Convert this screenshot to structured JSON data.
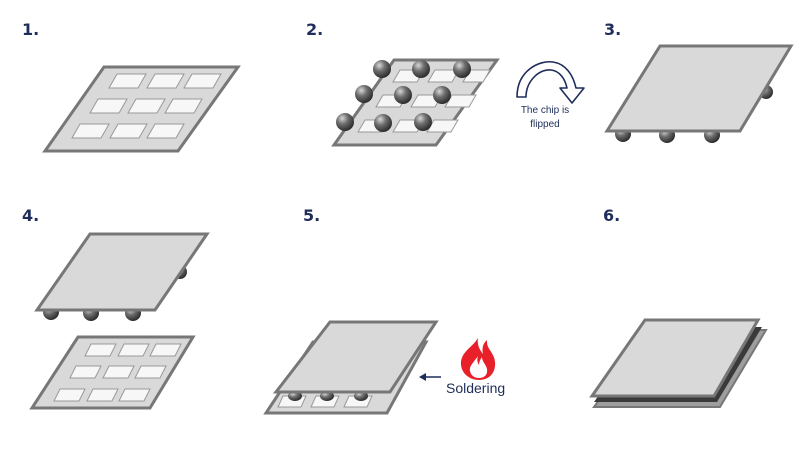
{
  "steps": [
    "1.",
    "2.",
    "3.",
    "4.",
    "5.",
    "6."
  ],
  "flip_caption": [
    "The chip is",
    "flipped"
  ],
  "soldering_label": "Soldering",
  "colors": {
    "number": "#1f2d5a",
    "plate": "#d9d9d9",
    "plate_edge": "#777777",
    "pad": "#f7f7f7",
    "bump": "#555555",
    "arrow": "#1f2d5a",
    "flame_outer": "#e8202a",
    "flame_inner": "#ffffff",
    "bond": "#3a3a3a"
  },
  "icons": {
    "flip": "curved-arrow-icon",
    "heat": "flame-icon",
    "direction": "left-arrow-icon"
  }
}
